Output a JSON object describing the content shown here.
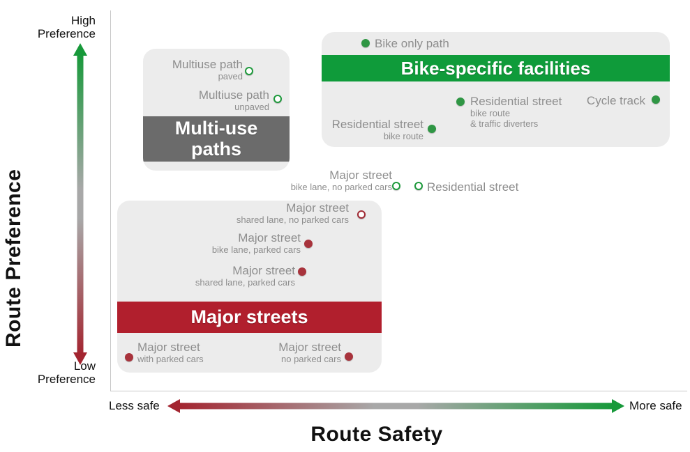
{
  "axes": {
    "y_title": "Route Preference",
    "x_title": "Route Safety",
    "y_high_lines": [
      "High",
      "Preference"
    ],
    "y_low_lines": [
      "Low",
      "Preference"
    ],
    "x_low": "Less safe",
    "x_high": "More safe"
  },
  "colors": {
    "green": "#17993a",
    "red": "#a32530",
    "band_green": "#0f9b3a",
    "band_red": "#b11f2d",
    "band_gray": "#6b6b6b",
    "box_bg": "#ececec",
    "label_gray": "#8d8d8d",
    "axis_line": "#c8c8c8"
  },
  "groups": [
    {
      "label_lines": [
        "Multi-use",
        "paths"
      ],
      "color": "#6b6b6b"
    },
    {
      "label_lines": [
        "Bike-specific facilities"
      ],
      "color": "#0f9b3a"
    },
    {
      "label_lines": [
        "Major streets"
      ],
      "color": "#b11f2d"
    }
  ],
  "points": [
    {
      "label": "Multiuse path",
      "sub": [
        "paved"
      ],
      "marker": "open-green"
    },
    {
      "label": "Multiuse path",
      "sub": [
        "unpaved"
      ],
      "marker": "open-green"
    },
    {
      "label": "Bike only path",
      "sub": [],
      "marker": "filled-green"
    },
    {
      "label": "Residential street",
      "sub": [
        "bike route",
        "& traffic diverters"
      ],
      "marker": "filled-green"
    },
    {
      "label": "Cycle track",
      "sub": [],
      "marker": "filled-green"
    },
    {
      "label": "Residential street",
      "sub": [
        "bike route"
      ],
      "marker": "filled-green"
    },
    {
      "label": "Major street",
      "sub": [
        "bike lane, no parked cars"
      ],
      "marker": "open-green"
    },
    {
      "label": "Residential street",
      "sub": [],
      "marker": "open-green"
    },
    {
      "label": "Major street",
      "sub": [
        "shared lane, no parked cars"
      ],
      "marker": "open-red"
    },
    {
      "label": "Major street",
      "sub": [
        "bike lane, parked cars"
      ],
      "marker": "filled-red"
    },
    {
      "label": "Major street",
      "sub": [
        "shared lane, parked cars"
      ],
      "marker": "filled-red"
    },
    {
      "label": "Major street",
      "sub": [
        "with parked cars"
      ],
      "marker": "filled-red"
    },
    {
      "label": "Major street",
      "sub": [
        "no parked cars"
      ],
      "marker": "filled-red"
    }
  ],
  "chart_data": {
    "type": "scatter",
    "title": "",
    "xlabel": "Route Safety",
    "ylabel": "Route Preference",
    "x_axis": {
      "low_label": "Less safe",
      "high_label": "More safe",
      "range": [
        0,
        100
      ],
      "gradient": [
        "#a32530",
        "#a8a8a8",
        "#17993a"
      ]
    },
    "y_axis": {
      "low_label": "Low Preference",
      "high_label": "High Preference",
      "range": [
        0,
        100
      ],
      "gradient": [
        "#a32530",
        "#a8a8a8",
        "#17993a"
      ]
    },
    "grid": false,
    "legend": "none",
    "series": [
      {
        "name": "Multi-use paths",
        "group_color": "#6b6b6b",
        "points": [
          {
            "label": "Multiuse path",
            "sublabel": "paved",
            "marker": "open-green",
            "x": 24,
            "y": 84
          },
          {
            "label": "Multiuse path",
            "sublabel": "unpaved",
            "marker": "open-green",
            "x": 29,
            "y": 77
          }
        ]
      },
      {
        "name": "Bike-specific facilities",
        "group_color": "#0f9b3a",
        "points": [
          {
            "label": "Bike only path",
            "sublabel": "",
            "marker": "filled-green",
            "x": 44,
            "y": 91
          },
          {
            "label": "Residential street",
            "sublabel": "bike route & traffic diverters",
            "marker": "filled-green",
            "x": 61,
            "y": 76
          },
          {
            "label": "Cycle track",
            "sublabel": "",
            "marker": "filled-green",
            "x": 95,
            "y": 77
          },
          {
            "label": "Residential street",
            "sublabel": "bike route",
            "marker": "filled-green",
            "x": 56,
            "y": 69
          }
        ]
      },
      {
        "name": "ungrouped",
        "group_color": "",
        "points": [
          {
            "label": "Major street",
            "sublabel": "bike lane, no parked cars",
            "marker": "open-green",
            "x": 50,
            "y": 54
          },
          {
            "label": "Residential street",
            "sublabel": "",
            "marker": "open-green",
            "x": 53,
            "y": 54
          }
        ]
      },
      {
        "name": "Major streets",
        "group_color": "#b11f2d",
        "points": [
          {
            "label": "Major street",
            "sublabel": "shared lane, no parked cars",
            "marker": "open-red",
            "x": 44,
            "y": 46
          },
          {
            "label": "Major street",
            "sublabel": "bike lane, parked cars",
            "marker": "filled-red",
            "x": 34,
            "y": 39
          },
          {
            "label": "Major street",
            "sublabel": "shared lane, parked cars",
            "marker": "filled-red",
            "x": 33,
            "y": 31
          },
          {
            "label": "Major street",
            "sublabel": "with parked cars",
            "marker": "filled-red",
            "x": 3,
            "y": 9
          },
          {
            "label": "Major street",
            "sublabel": "no parked cars",
            "marker": "filled-red",
            "x": 41,
            "y": 9
          }
        ]
      }
    ]
  }
}
